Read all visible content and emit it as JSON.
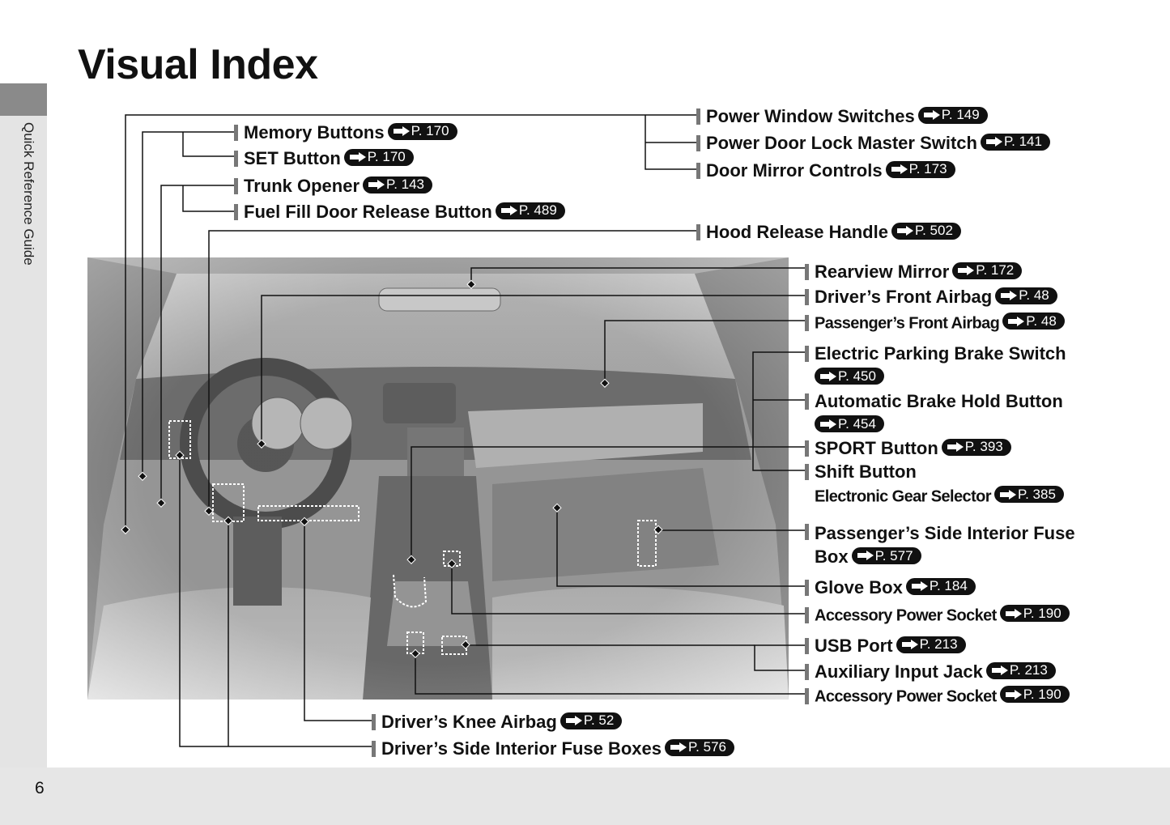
{
  "page_title": "Visual Index",
  "sidebar_label": "Quick Reference Guide",
  "page_number": "6",
  "labels": {
    "memory_buttons": {
      "text": "Memory Buttons",
      "page": "P. 170"
    },
    "set_button": {
      "text": "SET Button",
      "page": "P. 170"
    },
    "trunk_opener": {
      "text": "Trunk Opener",
      "page": "P. 143"
    },
    "fuel_fill": {
      "text": "Fuel Fill Door Release Button",
      "page": "P. 489"
    },
    "power_window": {
      "text": "Power Window Switches",
      "page": "P. 149"
    },
    "door_lock": {
      "text": "Power Door Lock Master Switch",
      "page": "P. 141"
    },
    "door_mirror": {
      "text": "Door Mirror Controls",
      "page": "P. 173"
    },
    "hood_release": {
      "text": "Hood Release Handle",
      "page": "P. 502"
    },
    "rearview_mirror": {
      "text": "Rearview Mirror",
      "page": "P. 172"
    },
    "driver_airbag": {
      "text": "Driver’s Front Airbag",
      "page": "P. 48"
    },
    "passenger_airbag": {
      "text": "Passenger’s Front Airbag",
      "page": "P. 48"
    },
    "parking_brake": {
      "text": "Electric Parking Brake Switch",
      "page": "P. 450"
    },
    "brake_hold": {
      "text": "Automatic Brake Hold Button",
      "page": "P. 454"
    },
    "sport_button": {
      "text": "SPORT Button",
      "page": "P. 393"
    },
    "shift_button": {
      "text": "Shift Button"
    },
    "gear_selector": {
      "text": "Electronic Gear Selector",
      "page": "P. 385"
    },
    "pass_fuse": {
      "text": "Passenger’s Side Interior Fuse",
      "text2": "Box",
      "page": "P. 577"
    },
    "glove_box": {
      "text": "Glove Box",
      "page": "P. 184"
    },
    "acc_socket_1": {
      "text": "Accessory Power Socket",
      "page": "P. 190"
    },
    "usb_port": {
      "text": "USB Port",
      "page": "P. 213"
    },
    "aux_jack": {
      "text": "Auxiliary Input Jack",
      "page": "P. 213"
    },
    "acc_socket_2": {
      "text": "Accessory Power Socket",
      "page": "P. 190"
    },
    "knee_airbag": {
      "text": "Driver’s Knee Airbag",
      "page": "P. 52"
    },
    "driver_fuse": {
      "text": "Driver’s Side Interior Fuse Boxes",
      "page": "P. 576"
    }
  }
}
